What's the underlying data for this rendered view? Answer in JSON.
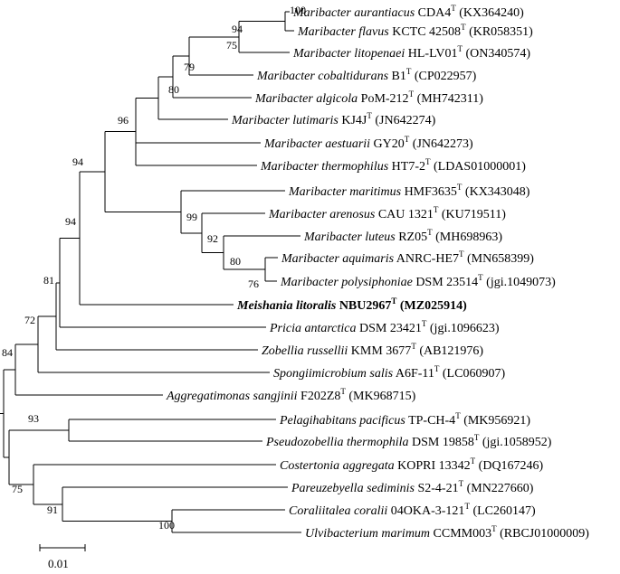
{
  "taxa": [
    {
      "species": "Maribacter aurantiacus",
      "strain": "CDA4",
      "accession": "(KX364240)",
      "bold": false
    },
    {
      "species": "Maribacter flavus",
      "strain": "KCTC 42508",
      "accession": "(KR058351)",
      "bold": false
    },
    {
      "species": "Maribacter litopenaei",
      "strain": "HL-LV01",
      "accession": "(ON340574)",
      "bold": false
    },
    {
      "species": "Maribacter cobaltidurans",
      "strain": "B1",
      "accession": "(CP022957)",
      "bold": false
    },
    {
      "species": "Maribacter algicola",
      "strain": "PoM-212",
      "accession": "(MH742311)",
      "bold": false
    },
    {
      "species": "Maribacter lutimaris",
      "strain": "KJ4J",
      "accession": "(JN642274)",
      "bold": false
    },
    {
      "species": "Maribacter aestuarii",
      "strain": "GY20",
      "accession": "(JN642273)",
      "bold": false
    },
    {
      "species": "Maribacter thermophilus",
      "strain": "HT7-2",
      "accession": "(LDAS01000001)",
      "bold": false
    },
    {
      "species": "Maribacter maritimus",
      "strain": "HMF3635",
      "accession": "(KX343048)",
      "bold": false
    },
    {
      "species": "Maribacter arenosus",
      "strain": "CAU 1321",
      "accession": "(KU719511)",
      "bold": false
    },
    {
      "species": "Maribacter luteus",
      "strain": "RZ05",
      "accession": "(MH698963)",
      "bold": false
    },
    {
      "species": "Maribacter aquimaris",
      "strain": "ANRC-HE7",
      "accession": "(MN658399)",
      "bold": false
    },
    {
      "species": "Maribacter polysiphoniae",
      "strain": "DSM 23514",
      "accession": "(jgi.1049073)",
      "bold": false
    },
    {
      "species": "Meishania litoralis",
      "strain": "NBU2967",
      "accession": "(MZ025914)",
      "bold": true
    },
    {
      "species": "Pricia antarctica",
      "strain": "DSM 23421",
      "accession": "(jgi.1096623)",
      "bold": false
    },
    {
      "species": "Zobellia russellii",
      "strain": "KMM 3677",
      "accession": "(AB121976)",
      "bold": false
    },
    {
      "species": "Spongiimicrobium salis",
      "strain": "A6F-11",
      "accession": "(LC060907)",
      "bold": false
    },
    {
      "species": "Aggregatimonas sangjinii",
      "strain": "F202Z8",
      "accession": "(MK968715)",
      "bold": false
    },
    {
      "species": "Pelagihabitans pacificus",
      "strain": "TP-CH-4",
      "accession": "(MK956921)",
      "bold": false
    },
    {
      "species": "Pseudozobellia thermophila",
      "strain": "DSM 19858",
      "accession": "(jgi.1058952)",
      "bold": false
    },
    {
      "species": "Costertonia aggregata",
      "strain": "KOPRI 13342",
      "accession": "(DQ167246)",
      "bold": false
    },
    {
      "species": "Pareuzebyella sediminis",
      "strain": "S2-4-21",
      "accession": "(MN227660)",
      "bold": false
    },
    {
      "species": "Coraliitalea coralii",
      "strain": "04OKA-3-121",
      "accession": "(LC260147)",
      "bold": false
    },
    {
      "species": "Ulvibacterium marimum",
      "strain": "CCMM003",
      "accession": "(RBCJ01000009)",
      "bold": false
    }
  ],
  "type_strain_mark": "T",
  "bootstrap": [
    "100",
    "94",
    "75",
    "79",
    "80",
    "96",
    "94",
    "99",
    "92",
    "80",
    "76",
    "94",
    "81",
    "72",
    "84",
    "93",
    "75",
    "91",
    "100"
  ],
  "scale_bar": {
    "label": "0.01"
  }
}
